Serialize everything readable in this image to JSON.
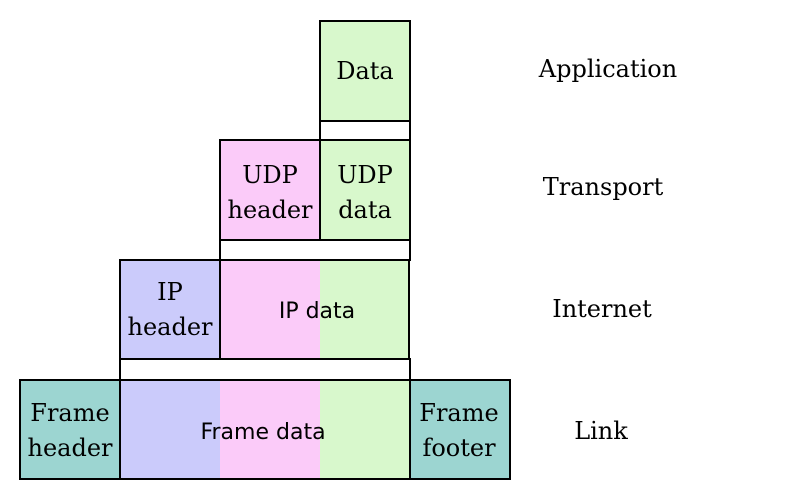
{
  "colors": {
    "data_green": "#d8f8cc",
    "udp_pink": "#fbcbf9",
    "ip_blue": "#cbcbfb",
    "frame_teal": "#9cd5d1",
    "outline": "#000000",
    "background": "#ffffff"
  },
  "layers": {
    "application": "Application",
    "transport": "Transport",
    "internet": "Internet",
    "link": "Link"
  },
  "application": {
    "data": "Data"
  },
  "transport": {
    "udp_header_line1": "UDP",
    "udp_header_line2": "header",
    "udp_data_line1": "UDP",
    "udp_data_line2": "data"
  },
  "internet": {
    "ip_header_line1": "IP",
    "ip_header_line2": "header",
    "ip_data": "IP data"
  },
  "link": {
    "frame_header_line1": "Frame",
    "frame_header_line2": "header",
    "frame_data": "Frame data",
    "frame_footer_line1": "Frame",
    "frame_footer_line2": "footer"
  }
}
